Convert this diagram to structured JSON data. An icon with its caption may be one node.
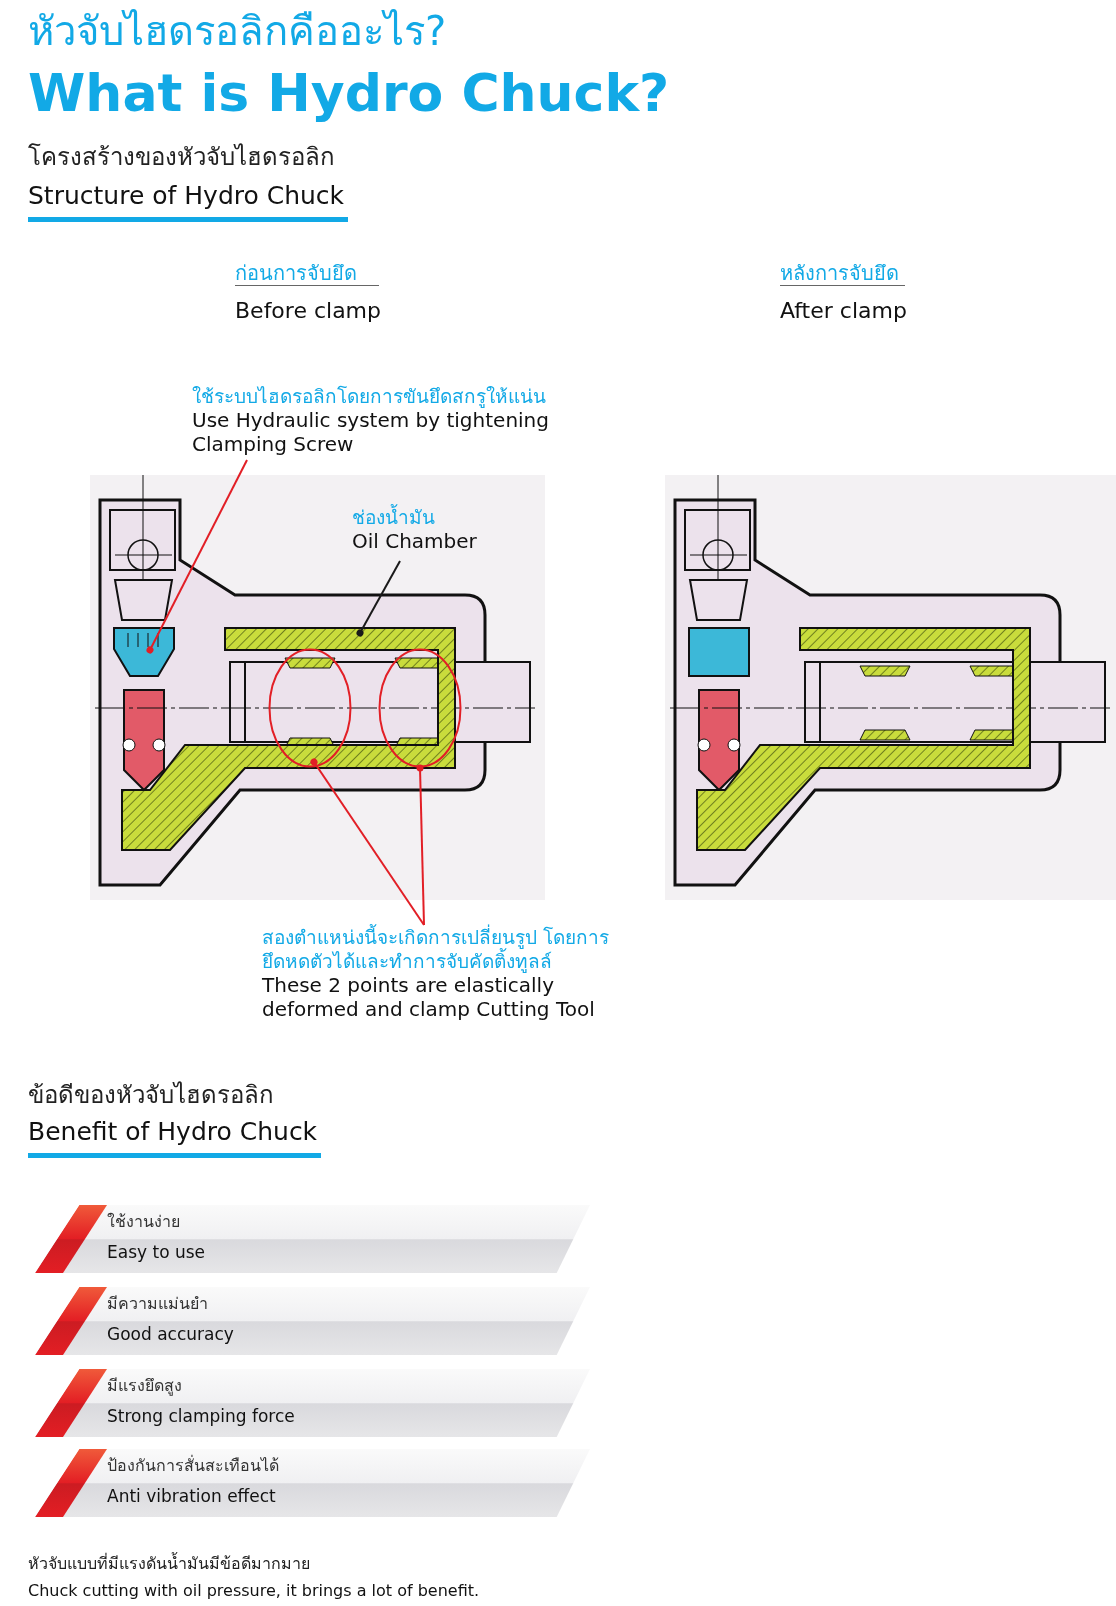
{
  "diagram": {
    "title": "หัวจับไฮดรอลิกคืออะไร?",
    "nodes": [
      {
        "text": [
          "ใช้ระบบไฮดรอลิกโดยการขันยึดสกรูให้แน่น",
          "Use Hydraulic system by tightening Clamping Screw"
        ]
      },
      {
        "text": [],
        "shape": "picture"
      },
      {
        "text": [
          "ช่องน้ำมัน",
          "Oil Chamber"
        ]
      },
      {
        "text": [],
        "shape": "picture"
      },
      {
        "text": [],
        "shape": "circle"
      },
      {
        "text": [],
        "shape": "circle"
      },
      {
        "text": [
          "สองตำแหน่งนี้จะเกิดการเปลี่ยนรูป โดยการยึดหดตัวได้และทำการจับคัดติ้งทูลล์",
          "These 2 points are elastically deformed and clamp Cutting Tool"
        ]
      },
      {
        "text": [
          "ใช้งานง่าย",
          "Easy to use"
        ]
      },
      {
        "text": [
          "มีความแม่นยำ",
          "Good accuracy"
        ]
      },
      {
        "text": [
          "มีแรงยึดสูง",
          "Strong clamping force"
        ]
      },
      {
        "text": [
          "ป้องกันการสั่นสะเทือนได้",
          "Anti vibration effect"
        ]
      }
    ],
    "edges": [
      {
        "from": 0,
        "to": 1,
        "arrow": "other"
      },
      {
        "from": 2,
        "to": 3,
        "arrow": "other",
        "color": "#1a1a1a"
      },
      {
        "from": 6,
        "to": 4,
        "arrow": "other"
      },
      {
        "from": 6,
        "to": 5,
        "arrow": "other"
      }
    ],
    "labels": [
      "What is Hydro Chuck?",
      "โครงสร้างของหัวจับไฮดรอลิก",
      "Structure of Hydro Chuck",
      "ก่อนการจับยึด",
      "Before clamp",
      "หลังการจับยึด",
      "After clamp",
      "ข้อดีของหัวจับไฮดรอลิก",
      "Benefit of Hydro Chuck",
      "หัวจับแบบที่มีแรงดันน้ำมันมีข้อดีมากมาย",
      "Chuck cutting with oil pressure, it brings a lot of benefit."
    ]
  }
}
